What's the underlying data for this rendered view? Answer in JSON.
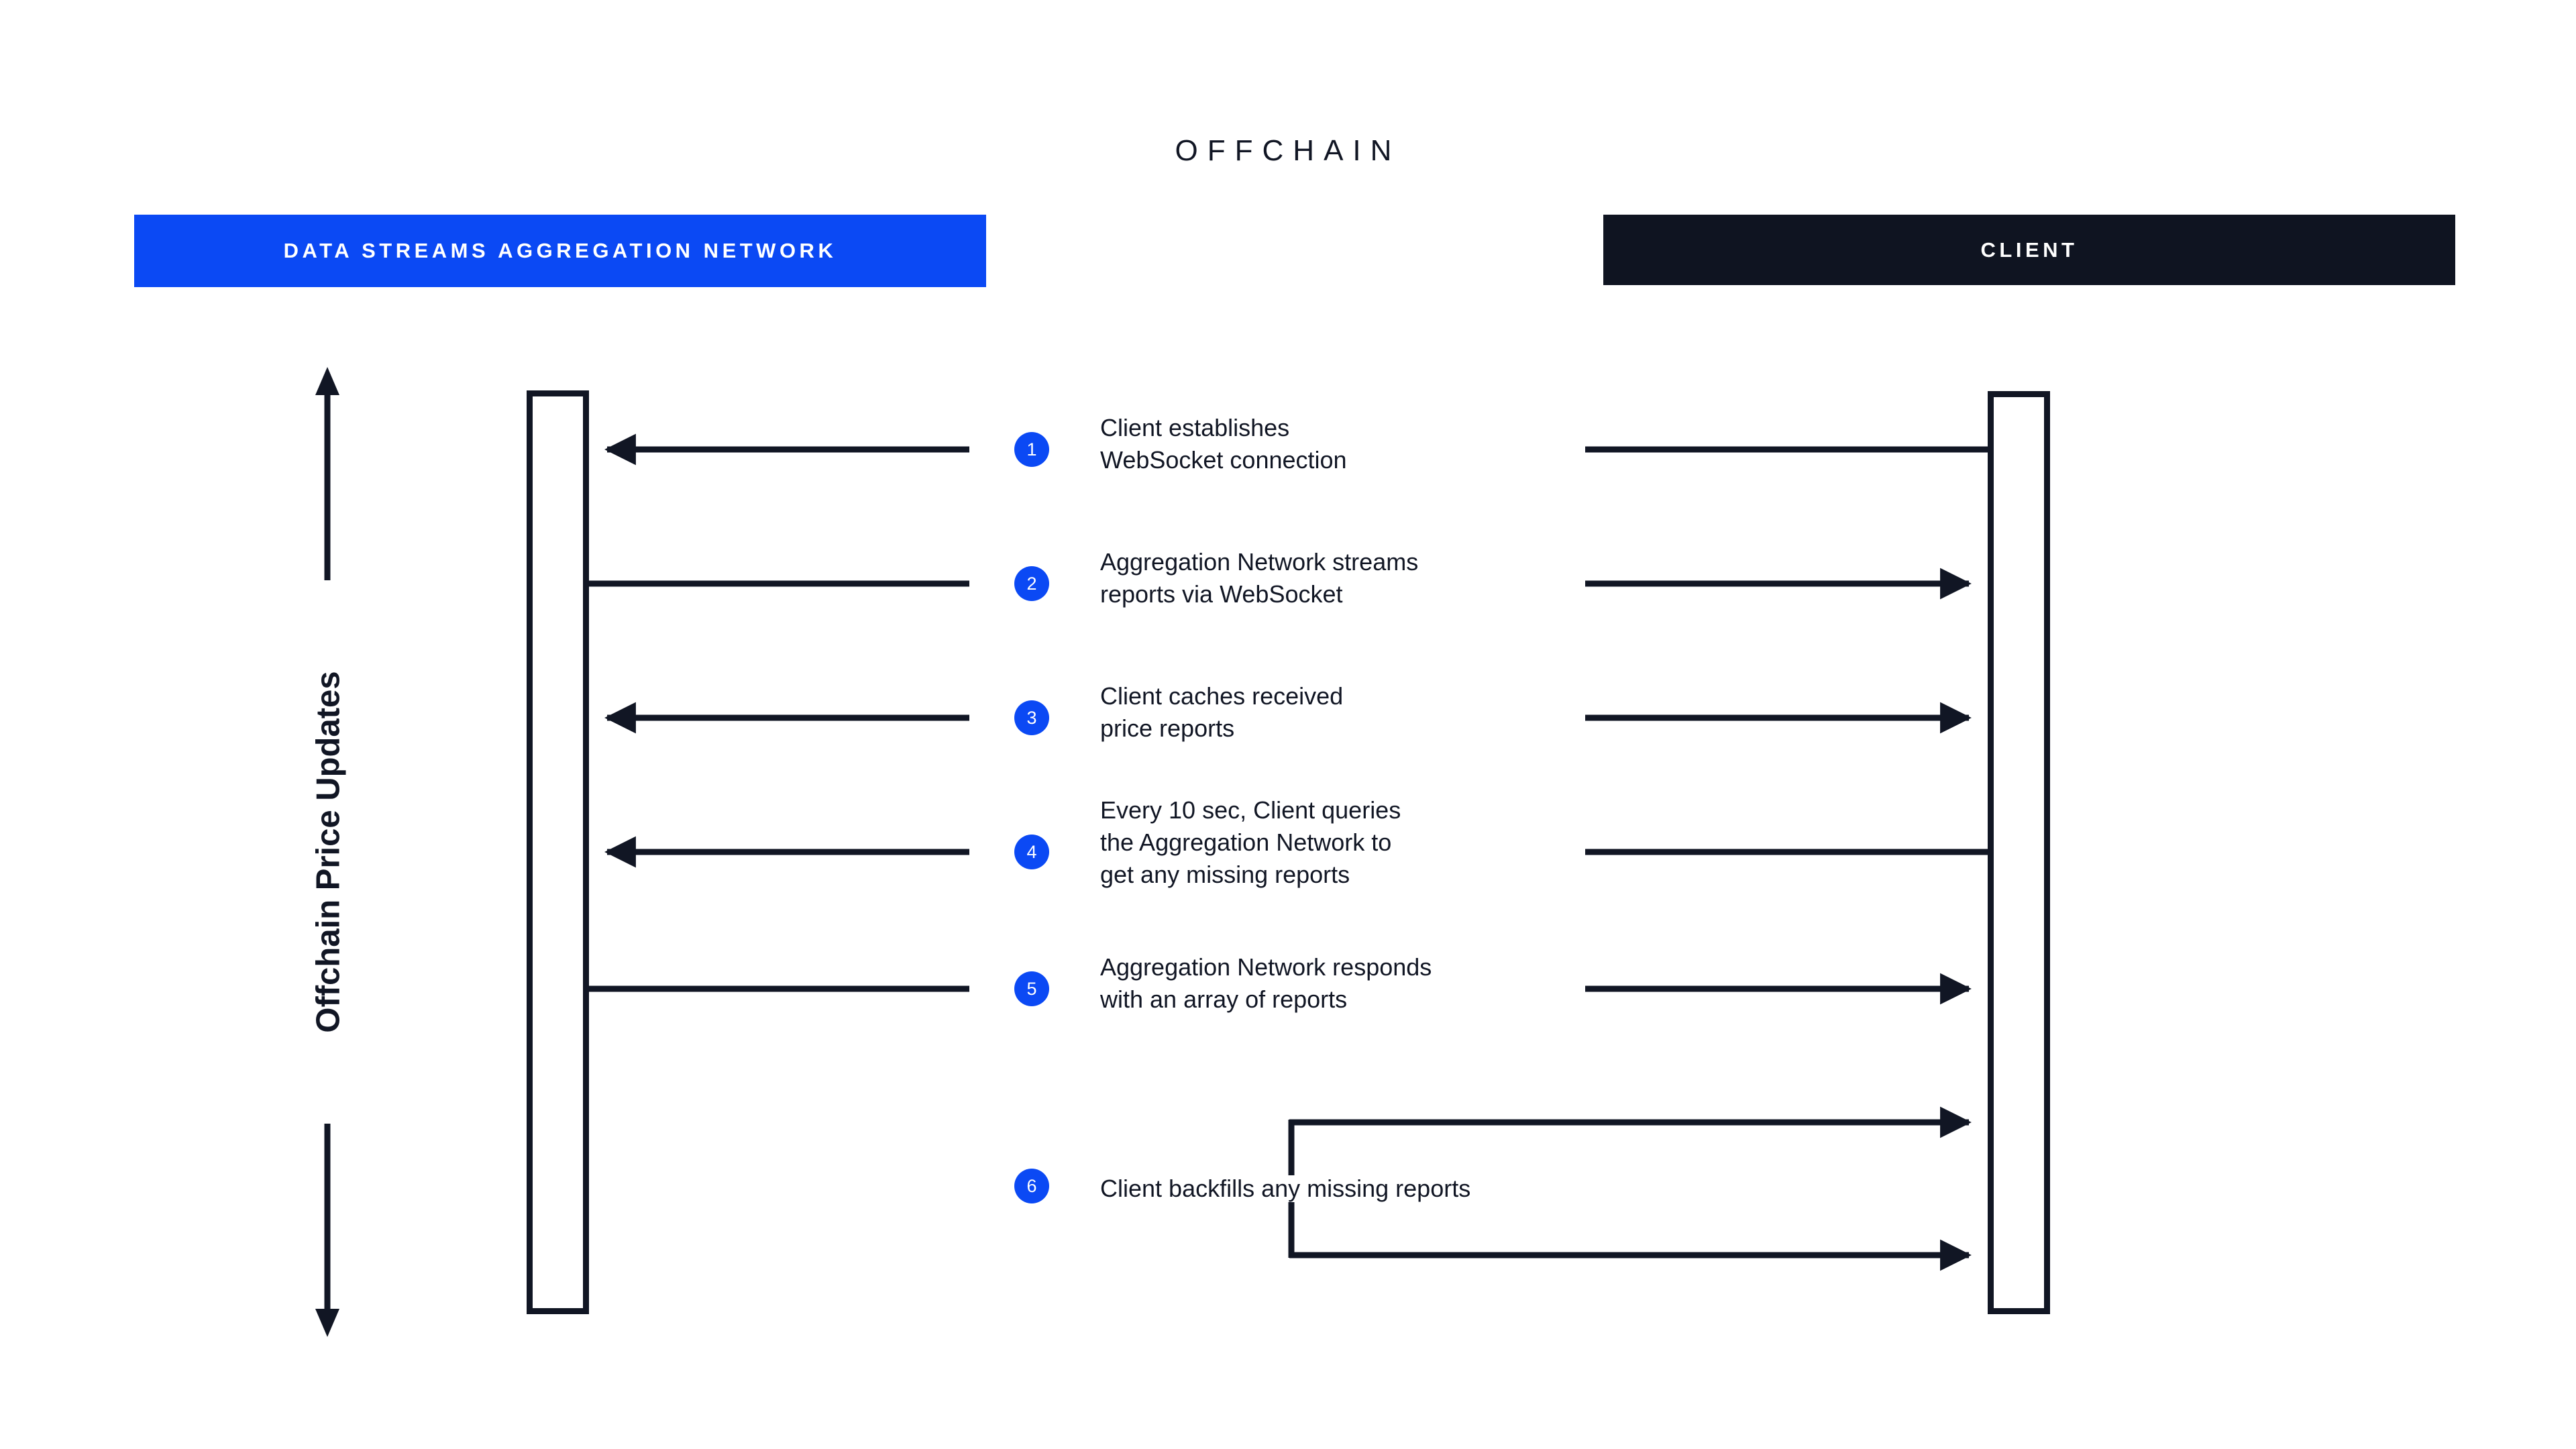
{
  "diagram": {
    "title": "OFFCHAIN",
    "span_label": "Offchain Price Updates",
    "colors": {
      "accent_blue": "#0b49f4",
      "dark": "#111624",
      "client_bar": "#0f1421",
      "background": "#ffffff"
    },
    "actors": [
      {
        "id": "network",
        "label": "DATA STREAMS AGGREGATION NETWORK"
      },
      {
        "id": "client",
        "label": "CLIENT"
      }
    ],
    "steps": [
      {
        "number": "1",
        "text": "Client establishes\nWebSocket connection"
      },
      {
        "number": "2",
        "text": "Aggregation Network streams\nreports via WebSocket"
      },
      {
        "number": "3",
        "text": "Client caches received\nprice reports"
      },
      {
        "number": "4",
        "text": "Every 10 sec, Client queries\nthe Aggregation Network to\nget any missing reports"
      },
      {
        "number": "5",
        "text": "Aggregation Network responds\nwith an array of reports"
      },
      {
        "number": "6",
        "text": "Client backfills any missing reports"
      }
    ],
    "messages": [
      {
        "step": "1",
        "left_direction": "to-network",
        "right_direction": "none"
      },
      {
        "step": "2",
        "left_direction": "none",
        "right_direction": "to-client"
      },
      {
        "step": "3",
        "left_direction": "to-network",
        "right_direction": "to-client"
      },
      {
        "step": "4",
        "left_direction": "to-network",
        "right_direction": "none"
      },
      {
        "step": "5",
        "left_direction": "none",
        "right_direction": "to-client"
      },
      {
        "step": "6",
        "left_direction": "none",
        "right_direction": "to-client-bracket"
      }
    ]
  }
}
